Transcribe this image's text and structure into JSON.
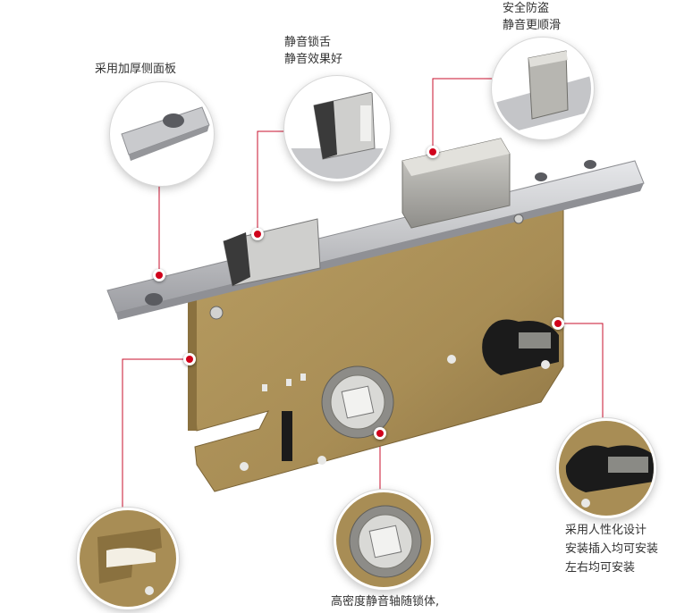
{
  "callouts": {
    "security": [
      "安全防盗",
      "静音更顺滑"
    ],
    "latch": [
      "静音锁舌",
      "静音效果好"
    ],
    "panel": [
      "采用加厚侧面板"
    ],
    "cylinder": [
      "采用人性化设计",
      "安装插入均可安装",
      "左右均可安装"
    ],
    "bearing": [
      "高密度静音轴随锁体,"
    ]
  },
  "colors": {
    "marker": "#d0021b",
    "connector": "#c8102e",
    "steel": "#c4c5c8",
    "lock_body": "#a88d55"
  }
}
